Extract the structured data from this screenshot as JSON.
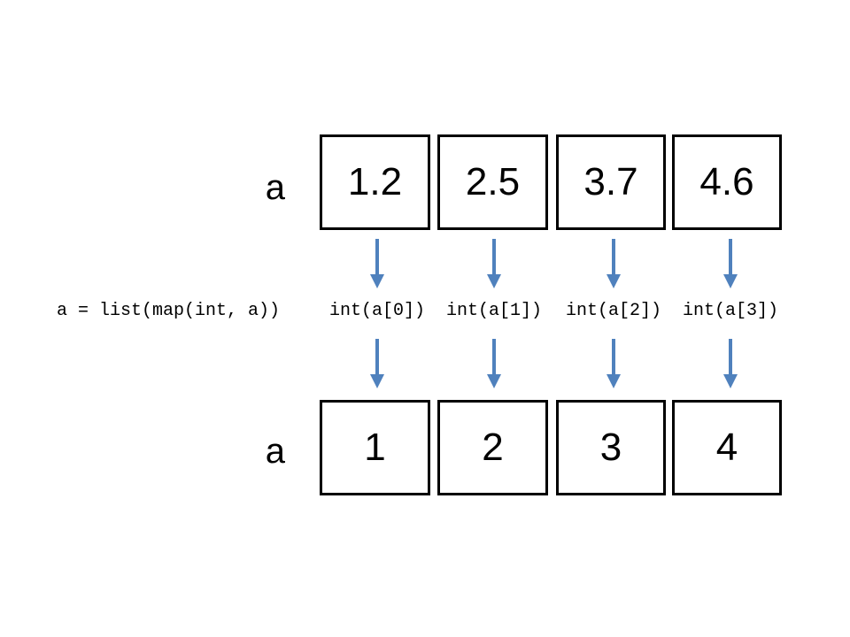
{
  "diagram": {
    "title_text": "",
    "background_color": "#ffffff",
    "box_border_color": "#000000",
    "arrow_color": "#4F81BD",
    "text_color": "#000000",
    "top_row": {
      "label": "a",
      "values": [
        "1.2",
        "2.5",
        "3.7",
        "4.6"
      ]
    },
    "bottom_row": {
      "label": "a",
      "values": [
        "1",
        "2",
        "3",
        "4"
      ]
    },
    "code_statement": "a = list(map(int, a))",
    "conversion_labels": [
      "int(a[0])",
      "int(a[1])",
      "int(a[2])",
      "int(a[3])"
    ],
    "arrow_count_upper": 4,
    "arrow_count_lower": 4
  }
}
